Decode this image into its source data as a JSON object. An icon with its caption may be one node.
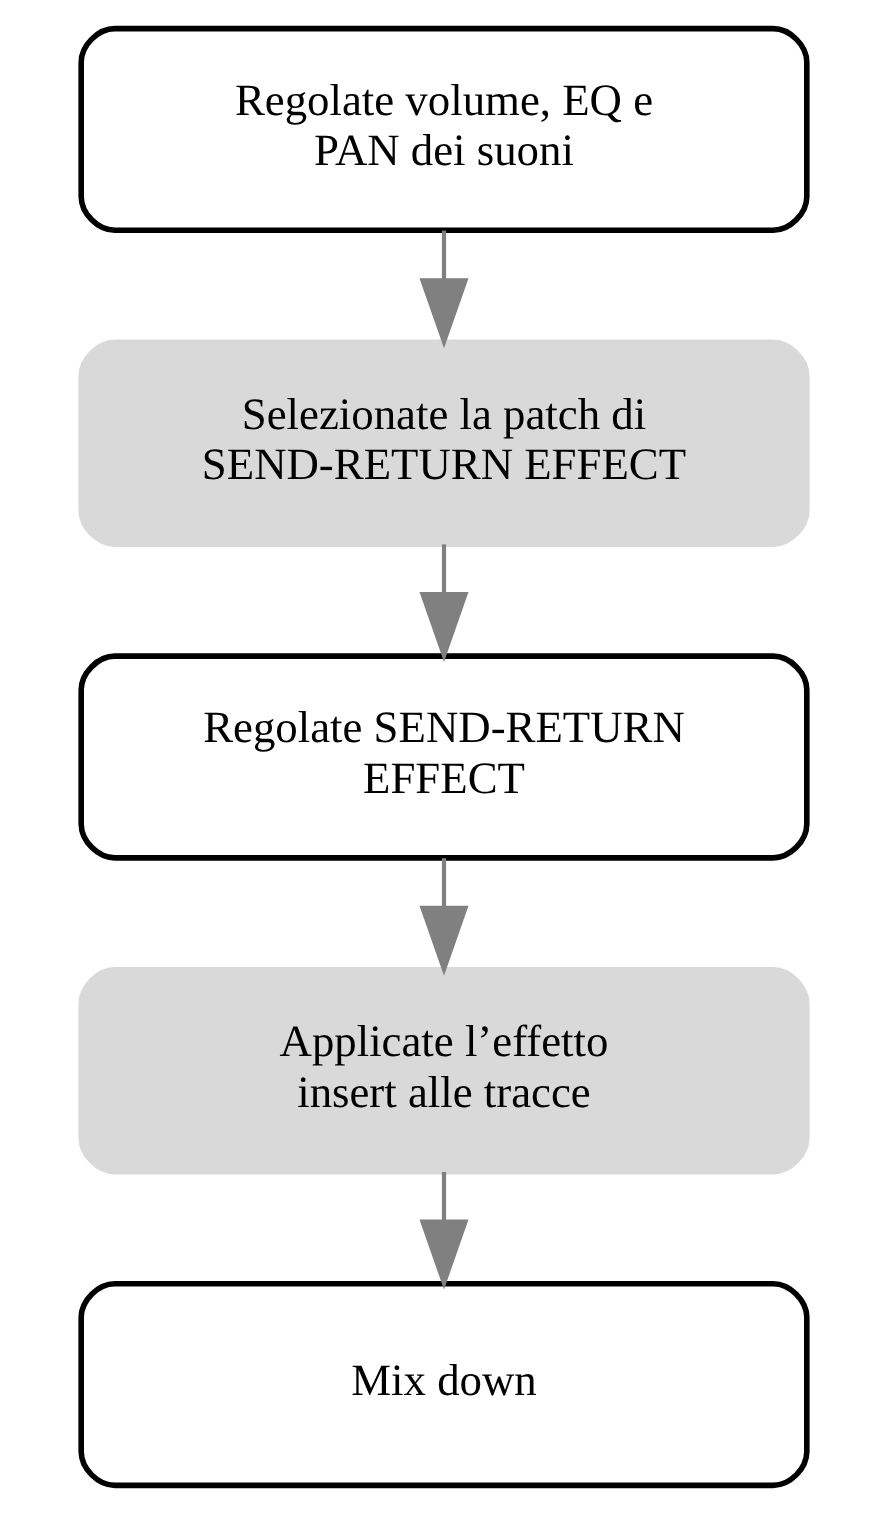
{
  "diagram": {
    "nodes": [
      {
        "text": [
          "Regolate volume, EQ e PAN dei suoni"
        ]
      },
      {
        "text": [
          "Selezionate la patch di SEND-RETURN EFFECT"
        ]
      },
      {
        "text": [
          "Regolate SEND-RETURN EFFECT"
        ]
      },
      {
        "text": [
          "Applicate l’effetto insert alle tracce"
        ]
      },
      {
        "text": [
          "Mix down"
        ]
      }
    ],
    "edges": [
      {
        "from": 0,
        "to": 1,
        "arrow": "to"
      },
      {
        "from": 1,
        "to": 2,
        "arrow": "to"
      },
      {
        "from": 2,
        "to": 3,
        "arrow": "to"
      },
      {
        "from": 3,
        "to": 4,
        "arrow": "to"
      }
    ]
  }
}
